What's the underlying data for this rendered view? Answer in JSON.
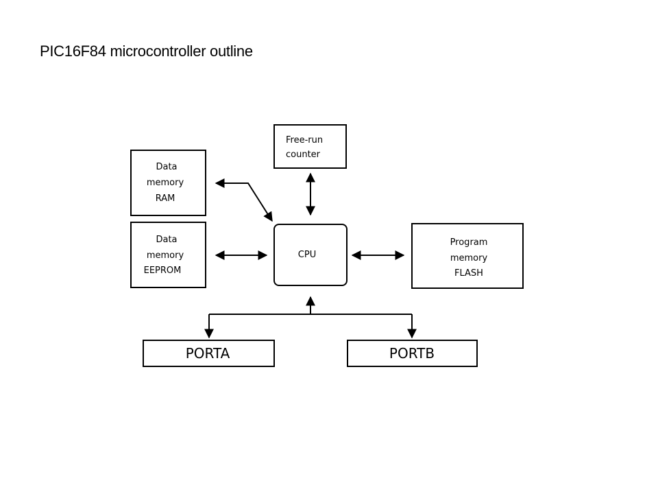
{
  "title": "PIC16F84 microcontroller outline",
  "diagram": {
    "blocks": {
      "ram": [
        "Data",
        "memory",
        "RAM"
      ],
      "eeprom": [
        "Data",
        "memory",
        "EEPROM"
      ],
      "counter": [
        "Free-run",
        "counter"
      ],
      "cpu": [
        "CPU"
      ],
      "flash": [
        "Program",
        "memory",
        "FLASH"
      ],
      "porta": [
        "PORTA"
      ],
      "portb": [
        "PORTB"
      ]
    }
  }
}
